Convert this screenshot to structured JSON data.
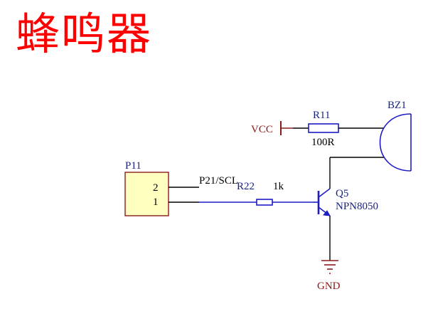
{
  "title": "蜂鸣器",
  "colors": {
    "title": "#ff0000",
    "wire": "#000000",
    "component": "#1c1cc8",
    "power": "#8b1a1a",
    "connector_fill": "#ffffc0",
    "connector_border": "#8b1a1a"
  },
  "connector": {
    "designator": "P11",
    "pins": [
      "2",
      "1"
    ],
    "net_label": "P21/SCL"
  },
  "power": {
    "vcc_label": "VCC",
    "gnd_label": "GND"
  },
  "resistor_r11": {
    "designator": "R11",
    "value": "100R"
  },
  "resistor_r22": {
    "designator": "R22",
    "value": "1k"
  },
  "transistor": {
    "designator": "Q5",
    "part": "NPN8050"
  },
  "buzzer": {
    "designator": "BZ1"
  }
}
